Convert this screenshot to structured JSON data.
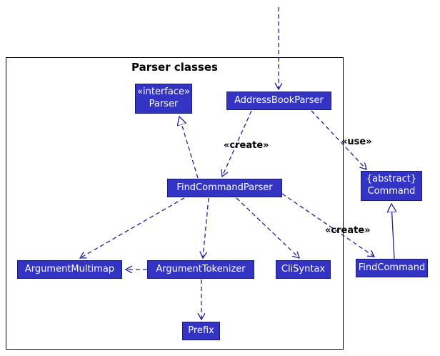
{
  "diagram": {
    "title": "Parser classes",
    "nodes": {
      "parser": {
        "stereotype": "«interface»",
        "name": "Parser"
      },
      "address_book_parser": {
        "name": "AddressBookParser"
      },
      "find_command_parser": {
        "name": "FindCommandParser"
      },
      "argument_multimap": {
        "name": "ArgumentMultimap"
      },
      "argument_tokenizer": {
        "name": "ArgumentTokenizer"
      },
      "cli_syntax": {
        "name": "CliSyntax"
      },
      "prefix": {
        "name": "Prefix"
      },
      "command": {
        "stereotype": "{abstract}",
        "name": "Command"
      },
      "find_command": {
        "name": "FindCommand"
      }
    },
    "edge_labels": {
      "create_top": "«create»",
      "use": "«use»",
      "create_bottom": "«create»"
    },
    "edges": [
      {
        "from": "external-caller",
        "to": "AddressBookParser",
        "style": "dashed",
        "arrowhead": "open",
        "label": ""
      },
      {
        "from": "AddressBookParser",
        "to": "FindCommandParser",
        "style": "dashed",
        "arrowhead": "open",
        "label": "«create»"
      },
      {
        "from": "FindCommandParser",
        "to": "Parser",
        "style": "dashed",
        "arrowhead": "hollow-triangle",
        "label": ""
      },
      {
        "from": "AddressBookParser",
        "to": "Command",
        "style": "dashed",
        "arrowhead": "open",
        "label": "«use»"
      },
      {
        "from": "FindCommandParser",
        "to": "ArgumentMultimap",
        "style": "dashed",
        "arrowhead": "open",
        "label": ""
      },
      {
        "from": "FindCommandParser",
        "to": "ArgumentTokenizer",
        "style": "dashed",
        "arrowhead": "open",
        "label": ""
      },
      {
        "from": "FindCommandParser",
        "to": "CliSyntax",
        "style": "dashed",
        "arrowhead": "open",
        "label": ""
      },
      {
        "from": "FindCommandParser",
        "to": "FindCommand",
        "style": "dashed",
        "arrowhead": "open",
        "label": "«create»"
      },
      {
        "from": "ArgumentTokenizer",
        "to": "ArgumentMultimap",
        "style": "dashed",
        "arrowhead": "open",
        "label": ""
      },
      {
        "from": "ArgumentTokenizer",
        "to": "Prefix",
        "style": "dashed",
        "arrowhead": "open",
        "label": ""
      },
      {
        "from": "FindCommand",
        "to": "Command",
        "style": "solid",
        "arrowhead": "hollow-triangle",
        "label": ""
      }
    ],
    "colors": {
      "node_fill": "#3333C4",
      "node_border": "#1B1B7A",
      "node_text": "#FFFFFF",
      "edge": "#20209B",
      "frame_border": "#000000",
      "title_text": "#000000",
      "background": "#FFFFFF"
    }
  }
}
